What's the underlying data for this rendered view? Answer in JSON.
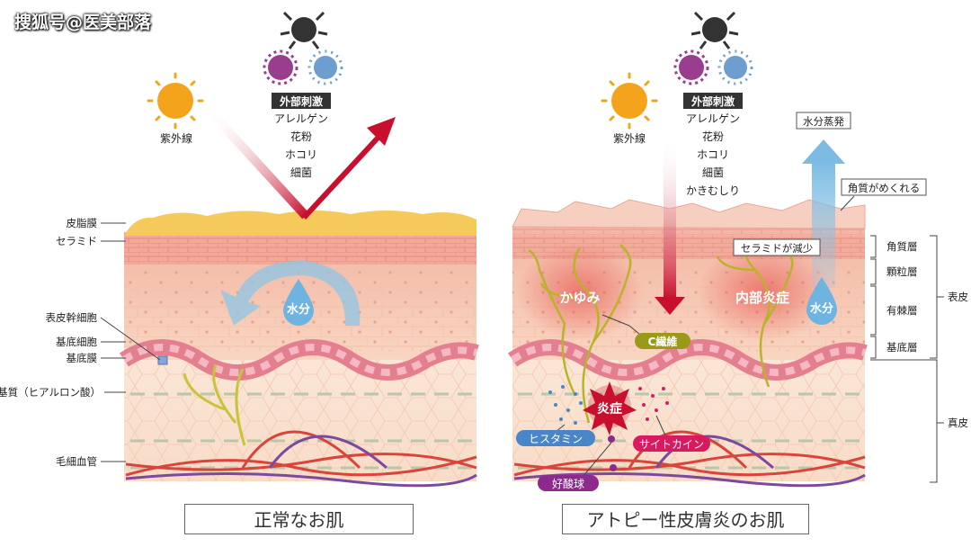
{
  "watermark": "搜狐号@医美部落",
  "normal": {
    "caption": "正常なお肌",
    "uv_label": "紫外線",
    "external_title": "外部刺激",
    "external_items": [
      "アレルゲン",
      "花粉",
      "ホコリ",
      "細菌"
    ],
    "water_label": "水分",
    "side_labels": [
      "皮脂膜",
      "セラミド",
      "表皮幹細胞",
      "基底細胞",
      "基底膜",
      "基質（ヒアルロン酸）",
      "毛細血管"
    ]
  },
  "atopic": {
    "caption": "アトピー性皮膚炎のお肌",
    "uv_label": "紫外線",
    "external_title": "外部刺激",
    "external_items": [
      "アレルゲン",
      "花粉",
      "ホコリ",
      "細菌",
      "かきむしり"
    ],
    "water_evap": "水分蒸発",
    "keratin_peel": "角質がめくれる",
    "ceramide_decrease": "セラミドが減少",
    "itch": "かゆみ",
    "internal_inflammation": "内部炎症",
    "water_label": "水分",
    "c_fiber": "C繊維",
    "inflammation": "炎症",
    "histamine": "ヒスタミン",
    "cytokine": "サイトカイン",
    "eosinophil": "好酸球",
    "layers": [
      "角質層",
      "顆粒層",
      "有棘層",
      "基底層"
    ],
    "epidermis": "表皮",
    "dermis": "真皮"
  },
  "colors": {
    "red_arrow": "#c8102e",
    "sebum": "#f5c95a",
    "water_blue": "#8ec5e6",
    "histamine_blue": "#4a86c7",
    "cytokine_pink": "#d81b60",
    "eosinophil_purple": "#8e2a8e",
    "c_fiber_olive": "#9a9a1a"
  }
}
